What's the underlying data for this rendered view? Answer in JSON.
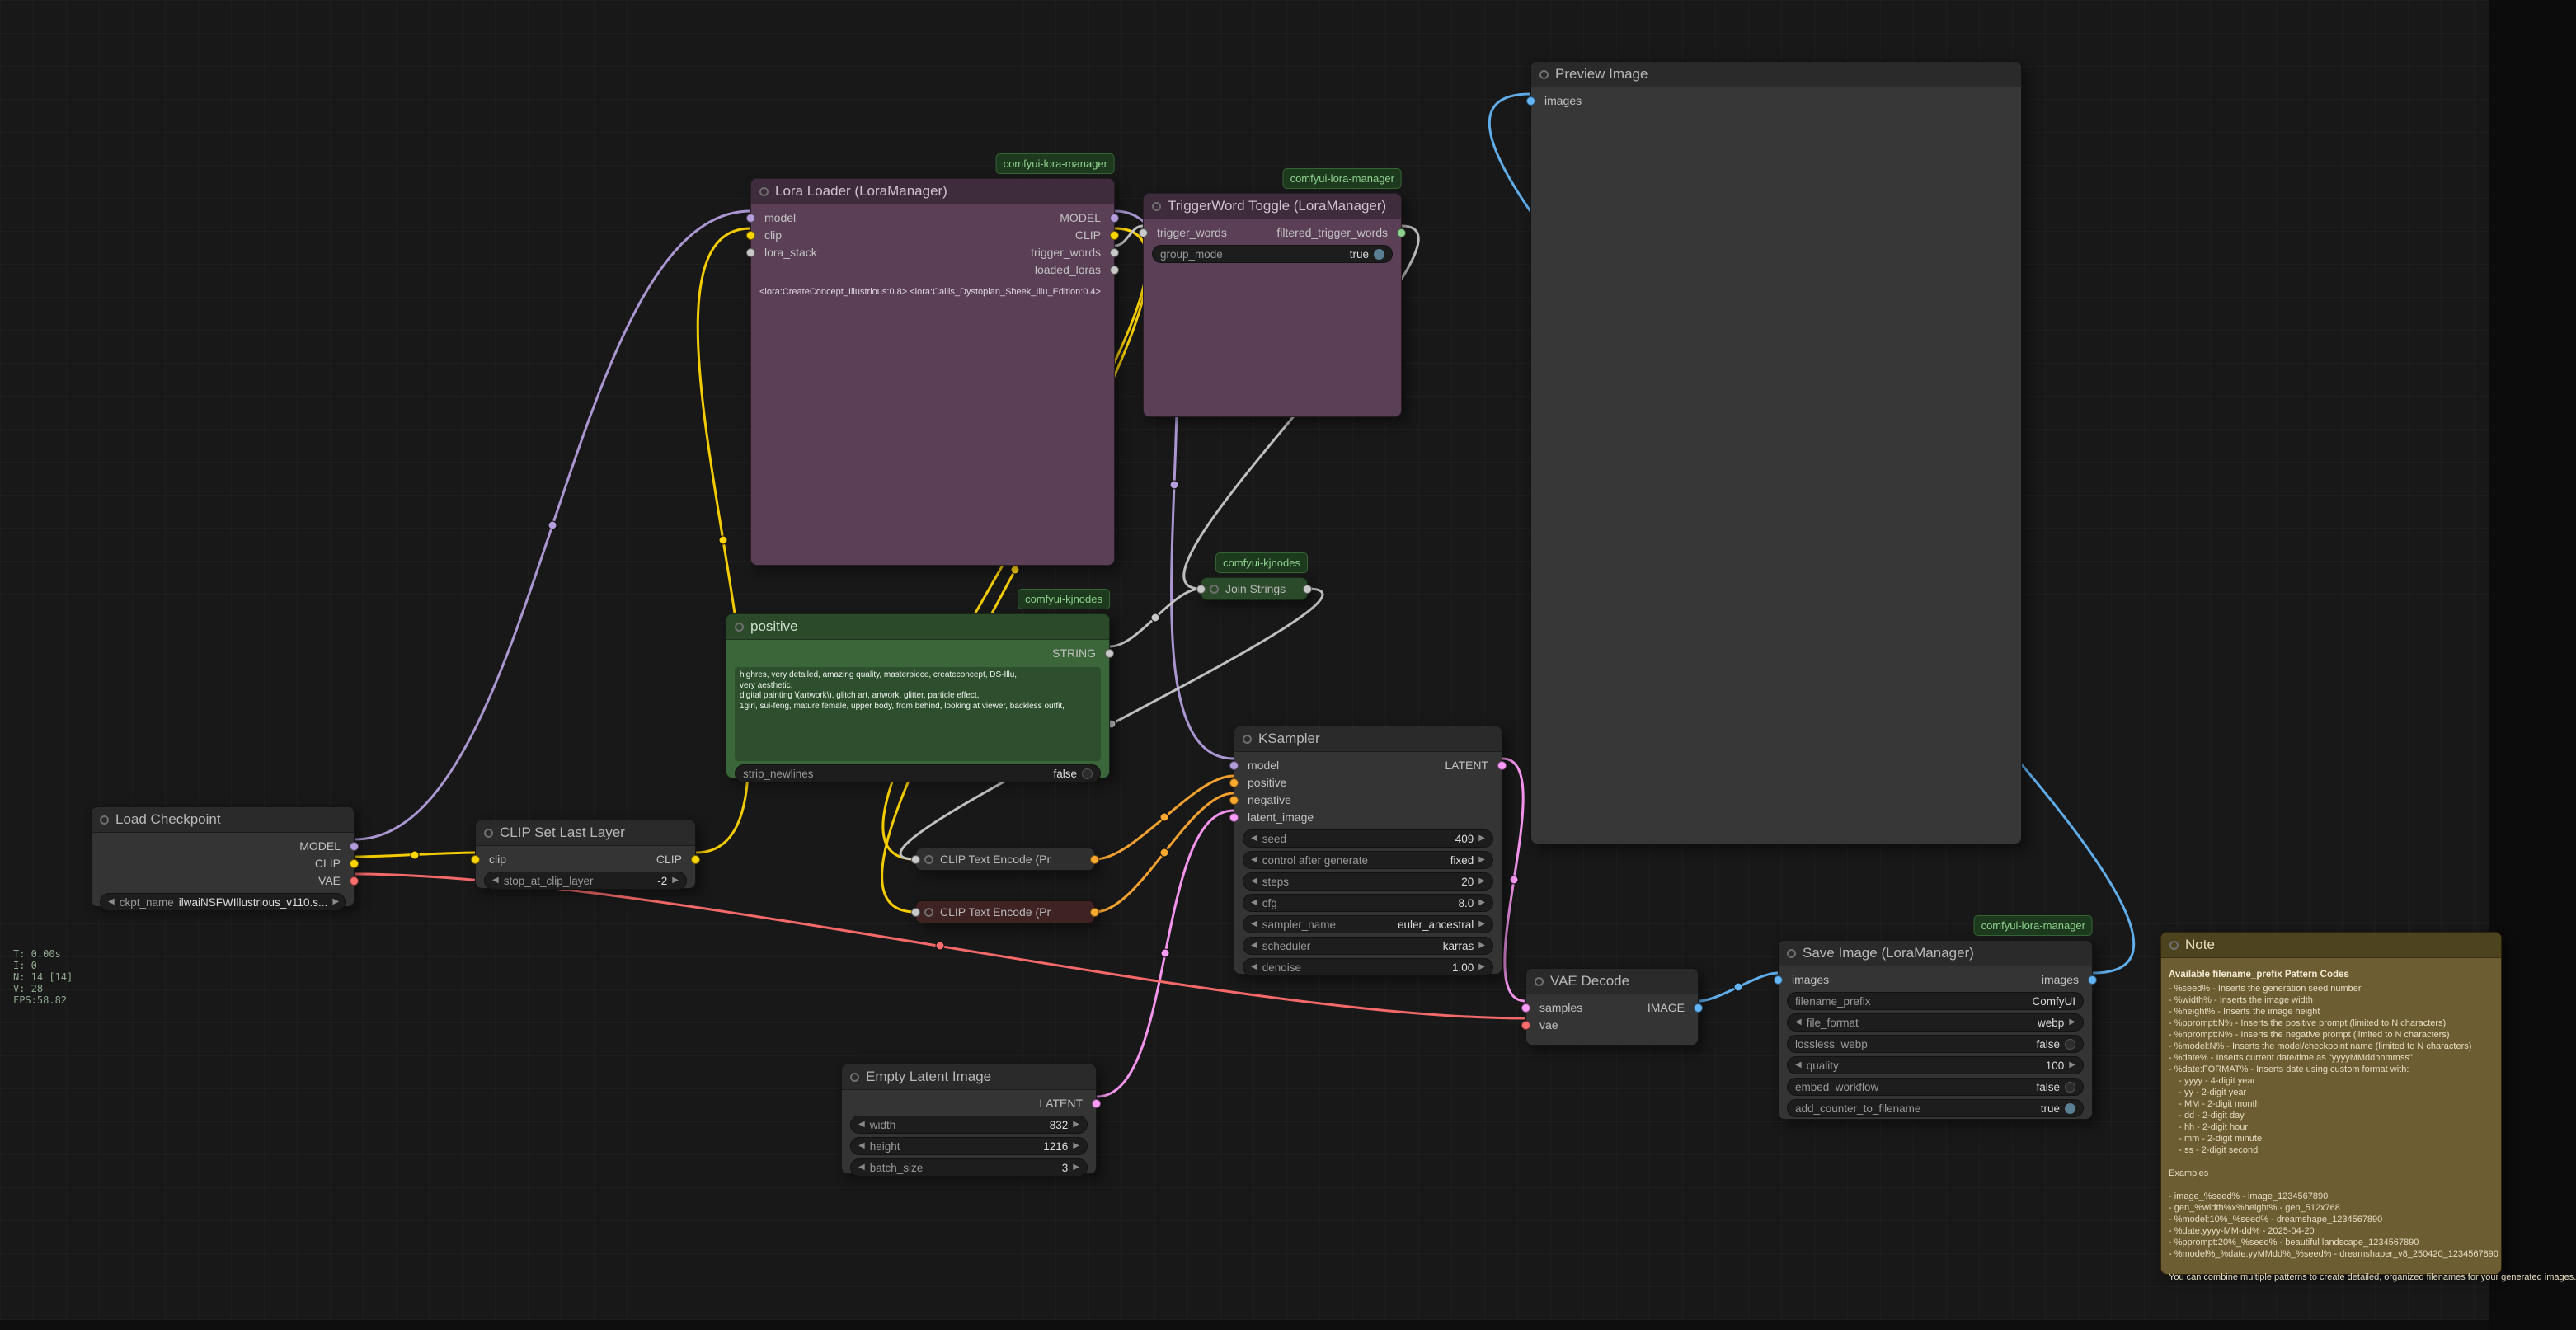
{
  "icons": {
    "arrow_left": "◀",
    "arrow_right": "▶"
  },
  "badges": {
    "lora_manager": "comfyui-lora-manager",
    "kjnodes": "comfyui-kjnodes"
  },
  "stats": {
    "text": "T: 0.00s\nI: 0\nN: 14 [14]\nV: 28\nFPS:58.82"
  },
  "colors": {
    "model": "#b39ddb",
    "clip": "#ffd500",
    "vae": "#ff6e6e",
    "conditioning": "#ffa931",
    "latent": "#ff9cf9",
    "image": "#64b5f6",
    "string": "#c8c8c8"
  },
  "nodes": {
    "load_checkpoint": {
      "title": "Load Checkpoint",
      "out_model": "MODEL",
      "out_clip": "CLIP",
      "out_vae": "VAE",
      "ckpt_label": "ckpt_name",
      "ckpt_value": "ilwaiNSFWIllustrious_v110.s..."
    },
    "clip_set_last_layer": {
      "title": "CLIP Set Last Layer",
      "in_clip": "clip",
      "out_clip": "CLIP",
      "widget_label": "stop_at_clip_layer",
      "widget_value": "-2"
    },
    "lora_loader": {
      "title": "Lora Loader (LoraManager)",
      "in_model": "model",
      "in_clip": "clip",
      "in_lora_stack": "lora_stack",
      "out_model": "MODEL",
      "out_clip": "CLIP",
      "out_trigger_words": "trigger_words",
      "out_loaded_loras": "loaded_loras",
      "loras_text": "<lora:CreateConcept_Illustrious:0.8> <lora:Callis_Dystopian_Sheek_Illu_Edition:0.4>"
    },
    "triggerword_toggle": {
      "title": "TriggerWord Toggle (LoraManager)",
      "in_trigger_words": "trigger_words",
      "out_filtered": "filtered_trigger_words",
      "group_mode_label": "group_mode",
      "group_mode_value": "true"
    },
    "positive": {
      "title": "positive",
      "out_string": "STRING",
      "text": "highres, very detailed, amazing quality, masterpiece, createconcept, DS-Illu,\nvery aesthetic,\ndigital painting \\(artwork\\), glitch art, artwork, glitter, particle effect,\n1girl, sui-feng, mature female, upper body, from behind, looking at viewer, backless outfit,",
      "strip_label": "strip_newlines",
      "strip_value": "false"
    },
    "join_strings": {
      "title": "Join Strings"
    },
    "clip_text_encode_pos": {
      "title": "CLIP Text Encode (Pr"
    },
    "clip_text_encode_neg": {
      "title": "CLIP Text Encode (Pr"
    },
    "ksampler": {
      "title": "KSampler",
      "in_model": "model",
      "in_positive": "positive",
      "in_negative": "negative",
      "in_latent": "latent_image",
      "out_latent": "LATENT",
      "widgets": [
        {
          "label": "seed",
          "value": "409"
        },
        {
          "label": "control after generate",
          "value": "fixed"
        },
        {
          "label": "steps",
          "value": "20"
        },
        {
          "label": "cfg",
          "value": "8.0"
        },
        {
          "label": "sampler_name",
          "value": "euler_ancestral"
        },
        {
          "label": "scheduler",
          "value": "karras"
        },
        {
          "label": "denoise",
          "value": "1.00"
        }
      ]
    },
    "empty_latent": {
      "title": "Empty Latent Image",
      "out_latent": "LATENT",
      "widgets": [
        {
          "label": "width",
          "value": "832"
        },
        {
          "label": "height",
          "value": "1216"
        },
        {
          "label": "batch_size",
          "value": "3"
        }
      ]
    },
    "vae_decode": {
      "title": "VAE Decode",
      "in_samples": "samples",
      "in_vae": "vae",
      "out_image": "IMAGE"
    },
    "preview_image": {
      "title": "Preview Image",
      "in_images": "images"
    },
    "save_image": {
      "title": "Save Image (LoraManager)",
      "in_images": "images",
      "out_images": "images",
      "widgets": [
        {
          "label": "filename_prefix",
          "value": "ComfyUI"
        },
        {
          "label": "file_format",
          "value": "webp"
        },
        {
          "label": "lossless_webp",
          "value": "false"
        },
        {
          "label": "quality",
          "value": "100"
        },
        {
          "label": "embed_workflow",
          "value": "false"
        },
        {
          "label": "add_counter_to_filename",
          "value": "true"
        }
      ]
    },
    "note": {
      "title": "Note",
      "heading": "Available filename_prefix Pattern Codes",
      "body": "- %seed% - Inserts the generation seed number\n- %width% - Inserts the image width\n- %height% - Inserts the image height\n- %pprompt:N% - Inserts the positive prompt (limited to N characters)\n- %nprompt:N% - Inserts the negative prompt (limited to N characters)\n- %model:N% - Inserts the model/checkpoint name (limited to N characters)\n- %date% - Inserts current date/time as \"yyyyMMddhhmmss\"\n- %date:FORMAT% - Inserts date using custom format with:\n    - yyyy - 4-digit year\n    - yy - 2-digit year\n    - MM - 2-digit month\n    - dd - 2-digit day\n    - hh - 2-digit hour\n    - mm - 2-digit minute\n    - ss - 2-digit second\n\nExamples\n\n- image_%seed% - image_1234567890\n- gen_%width%x%height% - gen_512x768\n- %model:10%_%seed% - dreamshape_1234567890\n- %date:yyyy-MM-dd% - 2025-04-20\n- %pprompt:20%_%seed% - beautiful landscape_1234567890\n- %model%_%date:yyMMdd%_%seed% - dreamshaper_v8_250420_1234567890\n\nYou can combine multiple patterns to create detailed, organized filenames for your generated images."
    }
  },
  "links": [
    {
      "from": "Load Checkpoint.MODEL",
      "to": "Lora Loader (LoraManager).model",
      "type": "MODEL"
    },
    {
      "from": "Load Checkpoint.CLIP",
      "to": "CLIP Set Last Layer.clip",
      "type": "CLIP"
    },
    {
      "from": "Load Checkpoint.VAE",
      "to": "VAE Decode.vae",
      "type": "VAE"
    },
    {
      "from": "CLIP Set Last Layer.CLIP",
      "to": "Lora Loader (LoraManager).clip",
      "type": "CLIP"
    },
    {
      "from": "Lora Loader (LoraManager).MODEL",
      "to": "KSampler.model",
      "type": "MODEL"
    },
    {
      "from": "Lora Loader (LoraManager).CLIP",
      "to": "CLIP Text Encode (Pr [positive]",
      "type": "CLIP"
    },
    {
      "from": "Lora Loader (LoraManager).CLIP",
      "to": "CLIP Text Encode (Pr [negative]",
      "type": "CLIP"
    },
    {
      "from": "Lora Loader (LoraManager).trigger_words",
      "to": "TriggerWord Toggle (LoraManager).trigger_words",
      "type": "STRING"
    },
    {
      "from": "TriggerWord Toggle (LoraManager).filtered_trigger_words",
      "to": "Join Strings",
      "type": "STRING"
    },
    {
      "from": "positive.STRING",
      "to": "Join Strings",
      "type": "STRING"
    },
    {
      "from": "Join Strings",
      "to": "CLIP Text Encode (Pr [positive]",
      "type": "STRING"
    },
    {
      "from": "CLIP Text Encode (Pr [positive]",
      "to": "KSampler.positive",
      "type": "CONDITIONING"
    },
    {
      "from": "CLIP Text Encode (Pr [negative]",
      "to": "KSampler.negative",
      "type": "CONDITIONING"
    },
    {
      "from": "Empty Latent Image.LATENT",
      "to": "KSampler.latent_image",
      "type": "LATENT"
    },
    {
      "from": "KSampler.LATENT",
      "to": "VAE Decode.samples",
      "type": "LATENT"
    },
    {
      "from": "VAE Decode.IMAGE",
      "to": "Save Image (LoraManager).images",
      "type": "IMAGE"
    },
    {
      "from": "Save Image (LoraManager).images",
      "to": "Preview Image.images",
      "type": "IMAGE"
    }
  ]
}
